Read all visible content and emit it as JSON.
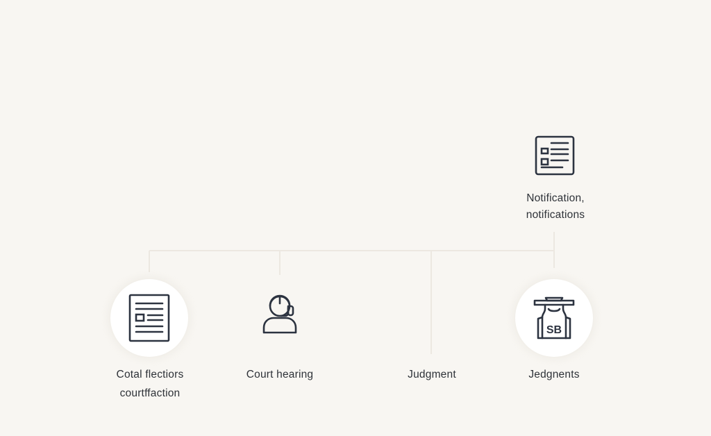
{
  "diagram": {
    "colors": {
      "background": "#f8f6f2",
      "icon_stroke": "#2c3340",
      "connector": "#ebe7e0",
      "circle_fill": "#ffffff",
      "text": "#2e3238"
    },
    "nodes": [
      {
        "id": "filing",
        "icon": "document-list-icon",
        "label_lines": [
          "Cotal flectiors",
          "courtffaction"
        ]
      },
      {
        "id": "hearing",
        "icon": "headset-person-icon",
        "label_lines": [
          "Court hearing"
        ]
      },
      {
        "id": "judgment",
        "icon": "",
        "label_lines": [
          "Judgment"
        ]
      },
      {
        "id": "judgments",
        "icon": "sb-figure-icon",
        "icon_text": "SB",
        "label_lines": [
          "Jedgnents"
        ]
      },
      {
        "id": "notification",
        "icon": "notification-list-icon",
        "label_lines": [
          "Notification,",
          "notifications"
        ]
      }
    ]
  }
}
